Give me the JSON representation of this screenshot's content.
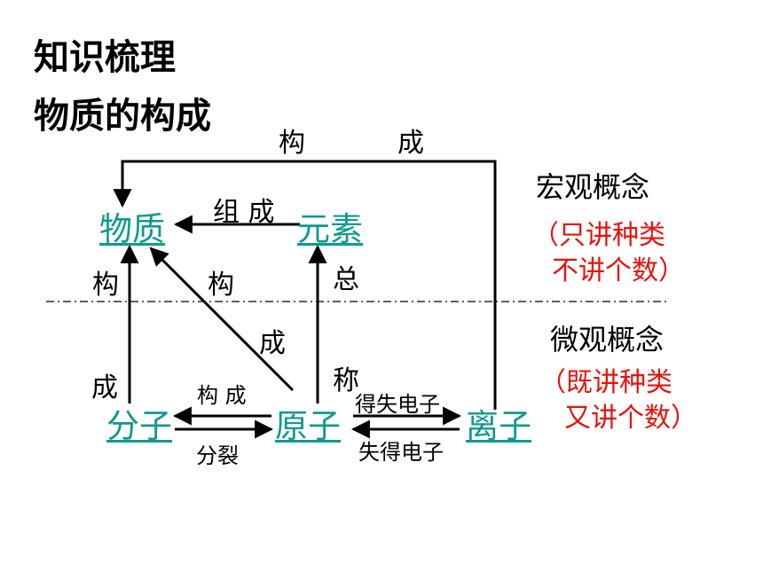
{
  "titles": {
    "line1": "知识梳理",
    "line2": "物质的构成"
  },
  "nodes": {
    "substance": "物质",
    "element": "元素",
    "molecule": "分子",
    "atom": "原子",
    "ion": "离子"
  },
  "edge_labels": {
    "top_gou": "构",
    "top_cheng": "成",
    "zucheng": "组 成",
    "left_gou": "构",
    "left_cheng": "成",
    "diag_gou": "构",
    "diag_cheng": "成",
    "zong": "总",
    "cheng_ding": "称",
    "bottom_goucheng": "构 成",
    "fenlie": "分裂",
    "gain_loss": "得失电子",
    "loss_gain": "失得电子"
  },
  "concepts": {
    "macro": {
      "title": "宏观概念",
      "note_line1": "（只讲种类",
      "note_line2": "不讲个数）"
    },
    "micro": {
      "title": "微观概念",
      "note_line1": "（既讲种类",
      "note_line2": "又讲个数）"
    }
  },
  "colors": {
    "node": "#0f9a8f",
    "note": "#e8120c",
    "line": "#000000"
  }
}
